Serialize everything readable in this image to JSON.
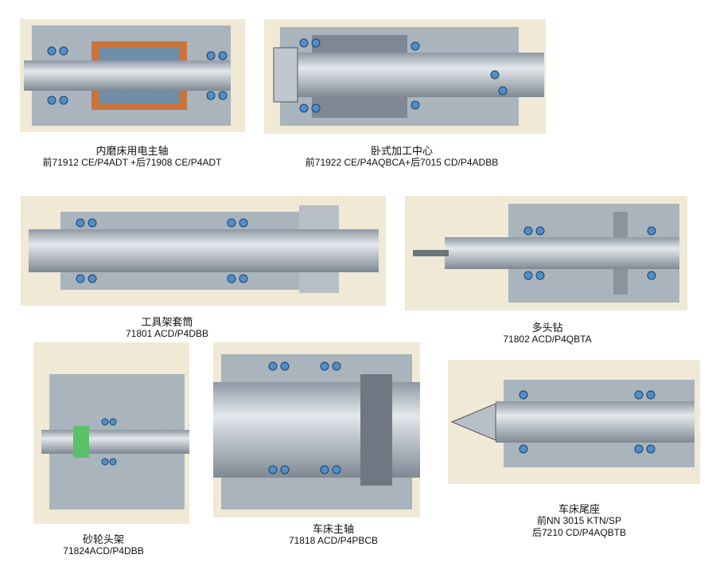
{
  "applications": [
    {
      "title": "内磨床用电主轴",
      "lines": [
        "前71912 CE/P4ADT +后71908 CE/P4ADT"
      ]
    },
    {
      "title": "卧式加工中心",
      "lines": [
        "前71922 CE/P4AQBCA+后7015 CD/P4ADBB"
      ]
    },
    {
      "title": "工具架套筒",
      "lines": [
        "71801 ACD/P4DBB"
      ]
    },
    {
      "title": "多头钻",
      "lines": [
        "71802 ACD/P4QBTA"
      ]
    },
    {
      "title": "砂轮头架",
      "lines": [
        "71824ACD/P4DBB"
      ]
    },
    {
      "title": "车床主轴",
      "lines": [
        "71818 ACD/P4PBCB"
      ]
    },
    {
      "title": "车床尾座",
      "lines": [
        "前NN 3015 KTN/SP",
        "后7210 CD/P4AQBTB"
      ]
    }
  ],
  "colors": {
    "background": "#efe9d6",
    "housing": "#a9b4bd",
    "shaft": "#c7ced6",
    "bearing": "#4f8fc8"
  }
}
